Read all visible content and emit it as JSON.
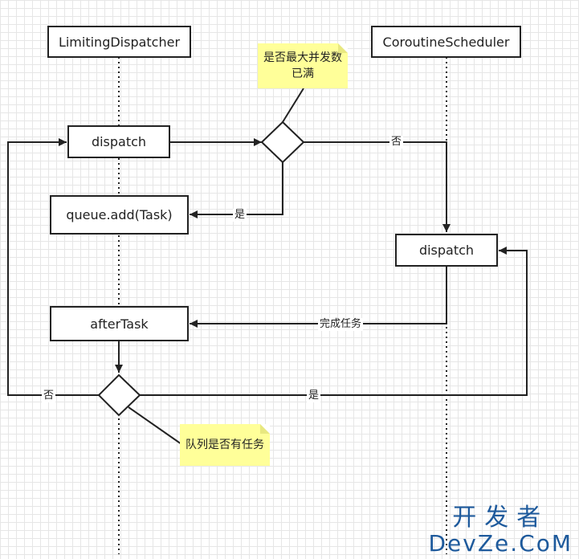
{
  "lifelines": {
    "left": "LimitingDispatcher",
    "right": "CoroutineScheduler"
  },
  "boxes": {
    "dispatch_left": "dispatch",
    "queue_add": "queue.add(Task)",
    "after_task": "afterTask",
    "dispatch_right": "dispatch"
  },
  "notes": {
    "max_concurrency": "是否最大并发数已满",
    "queue_has_task": "队列是否有任务"
  },
  "edge_labels": {
    "no_top": "否",
    "yes_top": "是",
    "complete_task": "完成任务",
    "no_bottom": "否",
    "yes_bottom": "是"
  },
  "watermark": {
    "top": "开发者",
    "bottom": "DevZe.CoM"
  }
}
